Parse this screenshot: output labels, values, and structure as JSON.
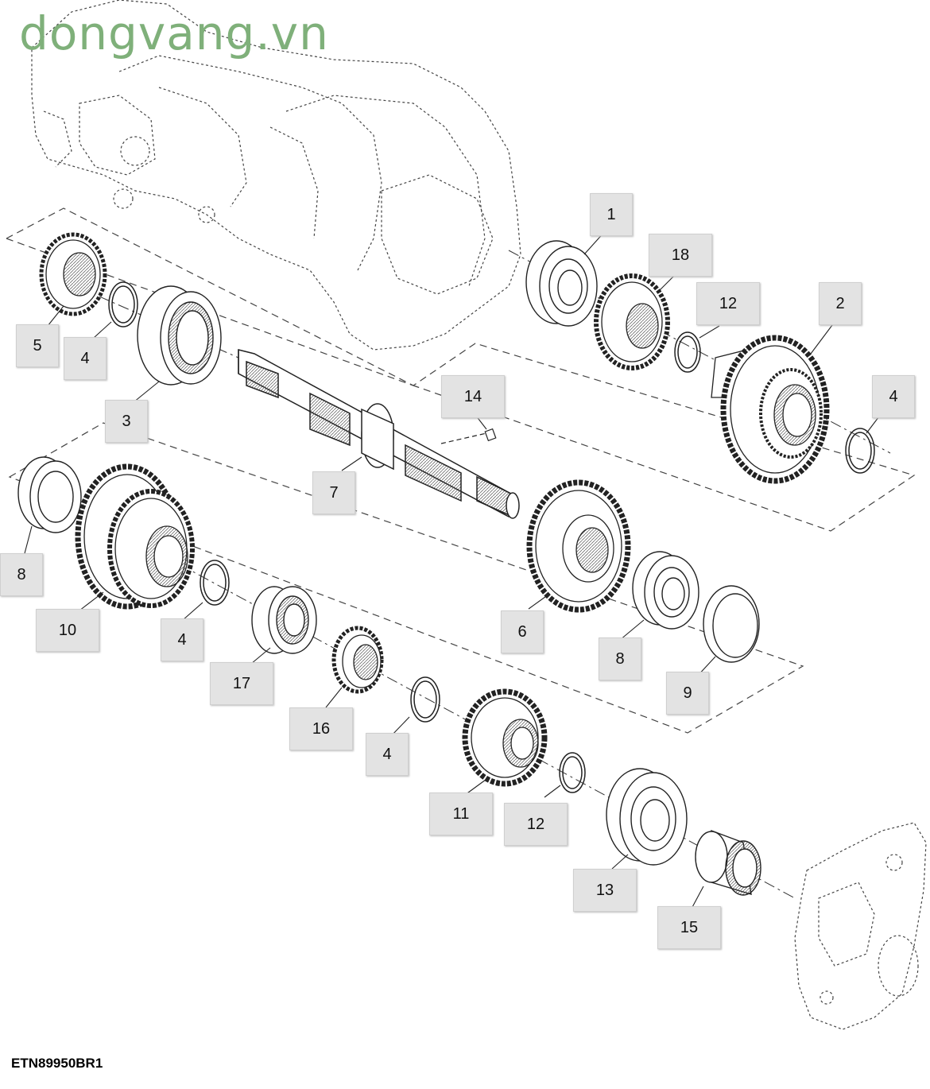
{
  "watermark": "dongvang.vn",
  "figure_id": "ETN89950BR1",
  "callouts": {
    "c1": "1",
    "c2": "2",
    "c3": "3",
    "c4a": "4",
    "c4b": "4",
    "c4c": "4",
    "c4d": "4",
    "c5": "5",
    "c6": "6",
    "c7": "7",
    "c8a": "8",
    "c8b": "8",
    "c9": "9",
    "c10": "10",
    "c11": "11",
    "c12a": "12",
    "c12b": "12",
    "c13": "13",
    "c14": "14",
    "c15": "15",
    "c16": "16",
    "c17": "17",
    "c18": "18"
  }
}
